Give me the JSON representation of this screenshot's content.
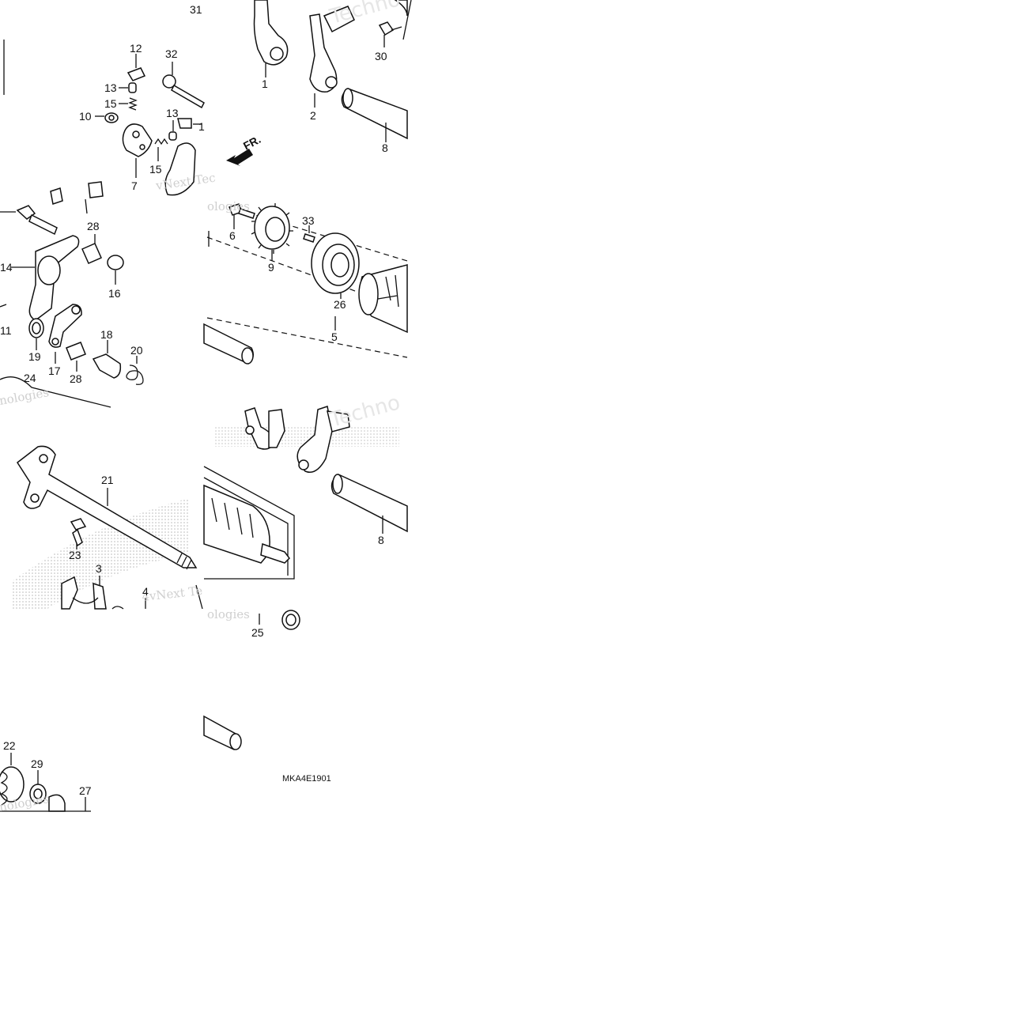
{
  "diagram": {
    "code": "MKA4E1901",
    "direction_label": "FR.",
    "watermarks": [
      "vNext Tec",
      "Techno",
      "Techno",
      "ologies",
      "ologies",
      "4vNext Te",
      "nologies",
      "nologies"
    ],
    "labels": {
      "l31": "31",
      "l12": "12",
      "l32": "32",
      "l13a": "13",
      "l15a": "15",
      "l10": "10",
      "l13b": "13",
      "l1side": "1",
      "l15b": "15",
      "l7": "7",
      "l1": "1",
      "l2": "2",
      "l30": "30",
      "l8a": "8",
      "l28a": "28",
      "l14": "14",
      "l16": "16",
      "l11": "11",
      "l19": "19",
      "l17": "17",
      "l18": "18",
      "l20": "20",
      "l28b": "28",
      "l24": "24",
      "l6": "6",
      "l33": "33",
      "l9": "9",
      "l26": "26",
      "l5": "5",
      "l21": "21",
      "l23": "23",
      "l3": "3",
      "l4": "4",
      "l8b": "8",
      "l25": "25",
      "l22": "22",
      "l29": "29",
      "l27": "27"
    }
  }
}
